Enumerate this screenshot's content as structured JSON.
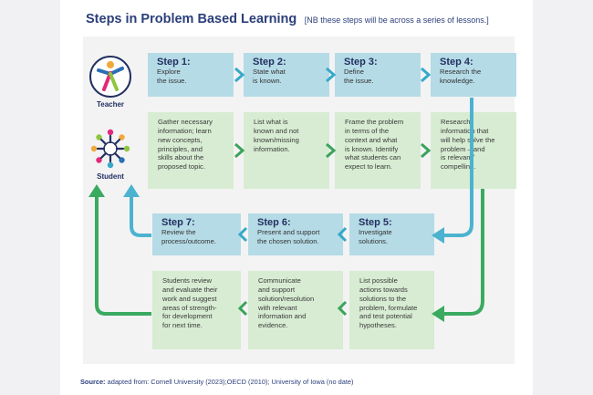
{
  "header": {
    "title": "Steps in Problem Based Learning",
    "note": "[NB these steps will be across a series of lessons.]"
  },
  "rows": {
    "teacher_label": "Teacher",
    "student_label": "Student"
  },
  "steps_top": [
    {
      "title": "Step 1:",
      "desc": "Explore\nthe issue."
    },
    {
      "title": "Step 2:",
      "desc": "State what\nis known."
    },
    {
      "title": "Step 3:",
      "desc": "Define\nthe issue."
    },
    {
      "title": "Step 4:",
      "desc": "Research the\nknowledge."
    }
  ],
  "student_top": [
    "Gather necessary\ninformation; learn\nnew concepts,\nprinciples, and\nskills about the\nproposed topic.",
    "List what is\nknown and not\nknown/missing\ninformation.",
    "Frame the problem\nin terms of the\ncontext and what\nis known. Identify\nwhat students can\nexpect to learn.",
    "Research\ninformation that\nwill help solve the\nproblem – and\nis relevant/\ncompelling."
  ],
  "steps_bottom": [
    {
      "title": "Step 7:",
      "desc": "Review the\nprocess/outcome."
    },
    {
      "title": "Step 6:",
      "desc": "Present and support\nthe chosen solution."
    },
    {
      "title": "Step 5:",
      "desc": "Investigate\nsolutions."
    }
  ],
  "student_bottom": [
    "Students review\nand evaluate their\nwork and suggest\nareas of strength-\nfor development\nfor next time.",
    "Communicate\nand support\nsolution/resolution\nwith relevant\ninformation and\nevidence.",
    "List possible\nactions towards\nsolutions to the\nproblem, formulate\nand test potential\nhypotheses."
  ],
  "source": {
    "label": "Source:",
    "text": "adapted from: Cornell University (2023);OECD (2010); University of Iowa (no date)"
  },
  "colors": {
    "navy": "#233061",
    "blue_box": "#b5dbe6",
    "green_box": "#d7ecd2",
    "blue_arrow": "#4bb3cf",
    "green_arrow": "#3aaa60",
    "chevron_blue": "#35a9c8",
    "chevron_green": "#3aa35a"
  },
  "icons": {
    "teacher": "teacher-figure-icon",
    "student": "student-group-icon"
  }
}
